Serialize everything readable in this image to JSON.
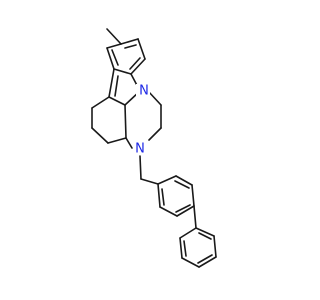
{
  "structure": {
    "colors": {
      "bond": "#1a1a1a",
      "nitrogen": "#1d28e6",
      "background": "#ffffff"
    },
    "atoms": [
      {
        "id": "n1",
        "symbol": "N"
      },
      {
        "id": "n2",
        "symbol": "N"
      }
    ]
  }
}
